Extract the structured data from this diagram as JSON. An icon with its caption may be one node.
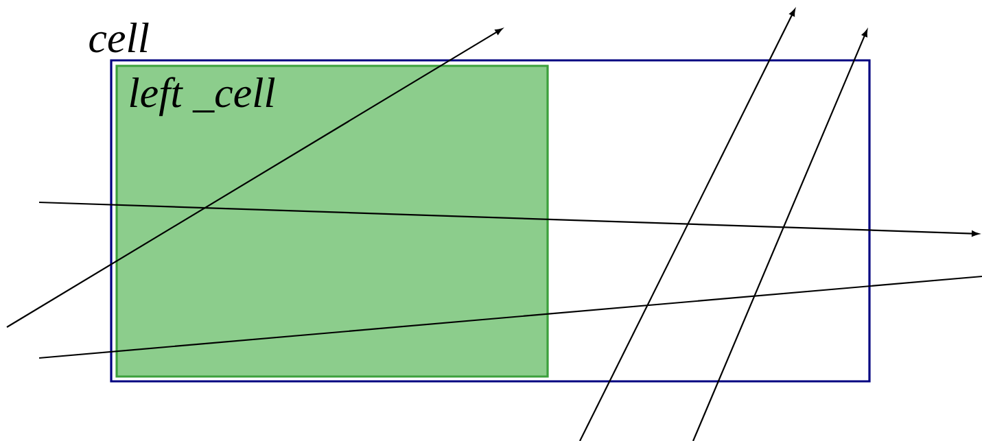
{
  "diagram": {
    "nodes": [
      {
        "text": [
          "cell"
        ]
      },
      {
        "text": [
          "left _cell"
        ],
        "in": 0
      }
    ]
  }
}
